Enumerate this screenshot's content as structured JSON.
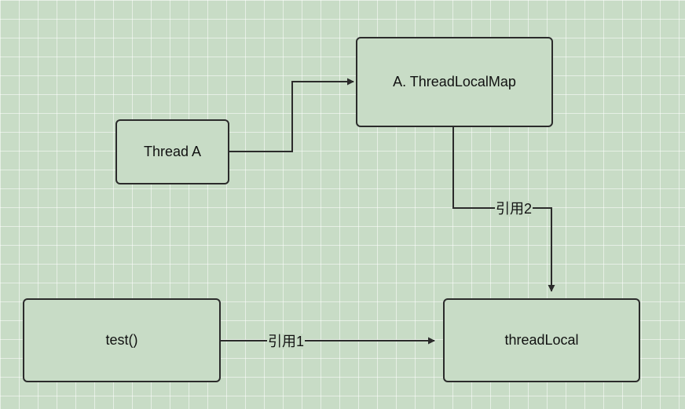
{
  "diagram": {
    "nodes": {
      "thread_a": {
        "label": "Thread A"
      },
      "thread_local_map": {
        "label": "A. ThreadLocalMap"
      },
      "test": {
        "label": "test()"
      },
      "thread_local": {
        "label": "threadLocal"
      }
    },
    "edges": {
      "ref1": {
        "label": "引用1"
      },
      "ref2": {
        "label": "引用2"
      }
    }
  },
  "colors": {
    "background": "#c8dcc6",
    "stroke": "#2b2b2b"
  }
}
